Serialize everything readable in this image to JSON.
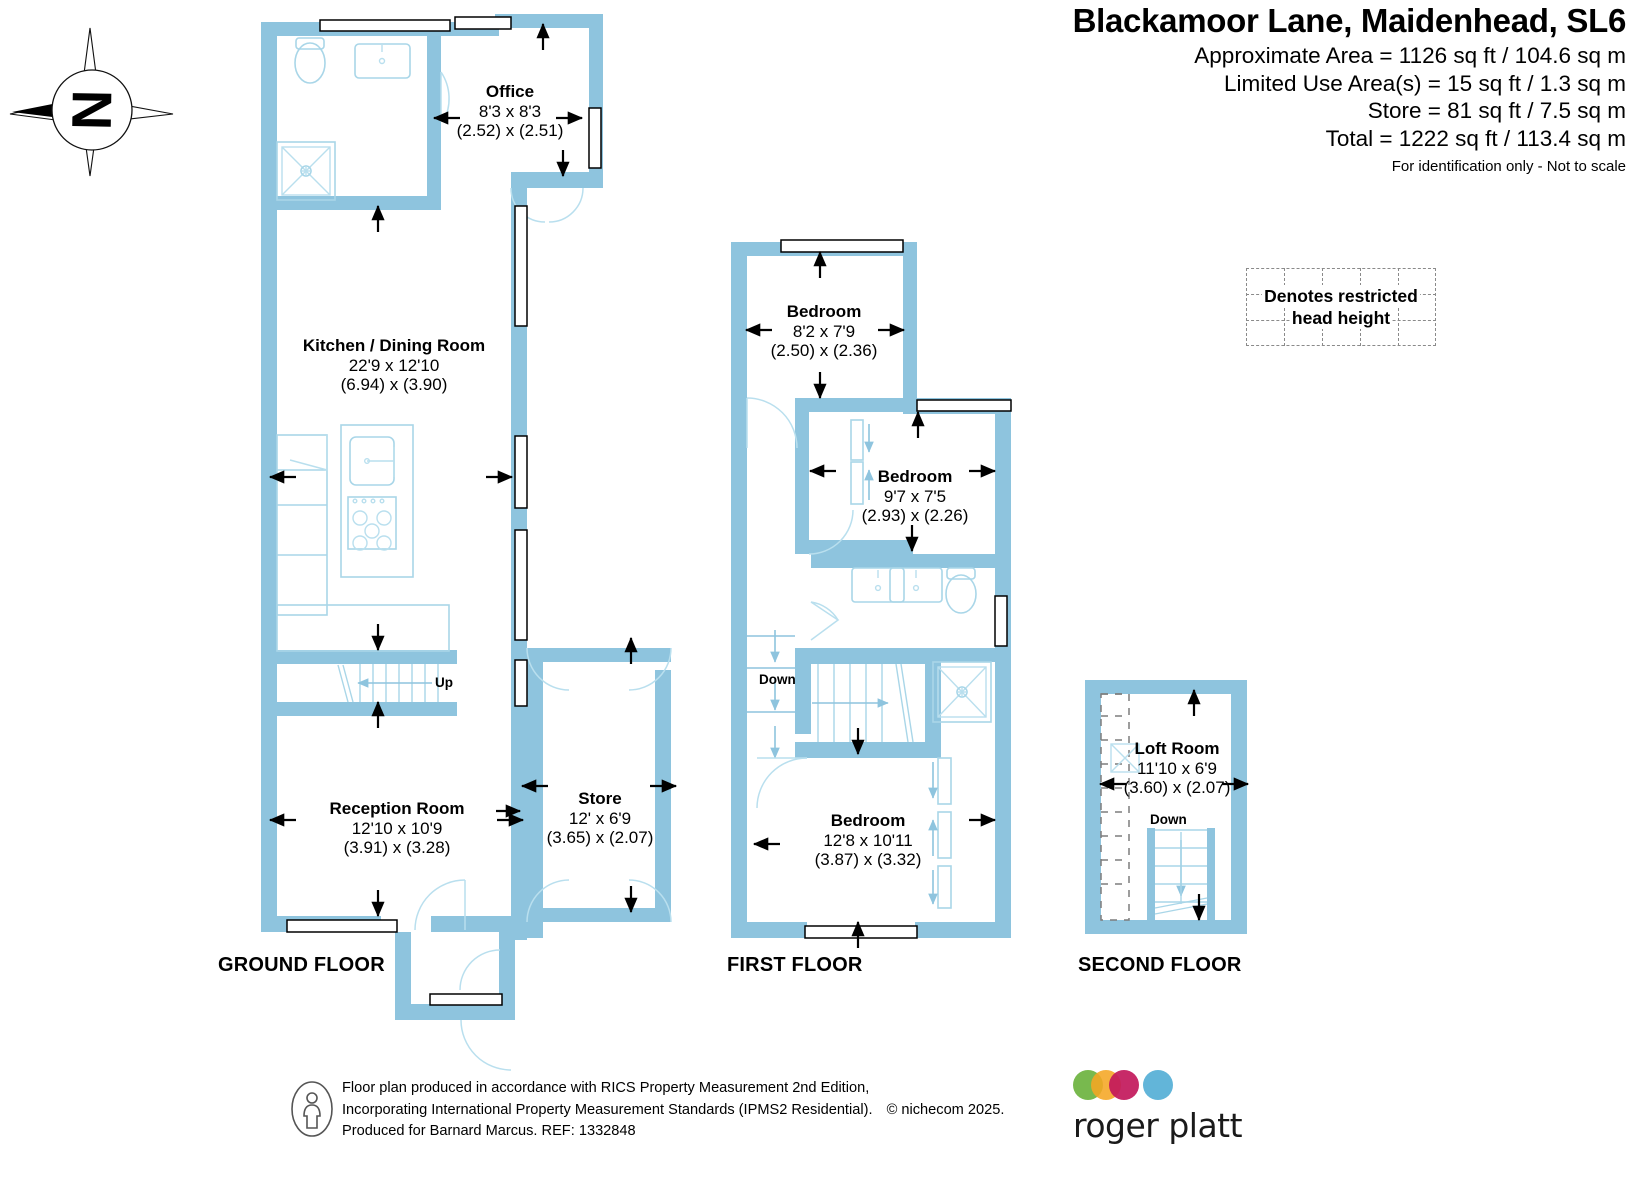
{
  "header": {
    "title": "Blackamoor Lane, Maidenhead, SL6",
    "lines": [
      "Approximate Area = 1126 sq ft / 104.6 sq m",
      "Limited Use Area(s) = 15 sq ft / 1.3 sq m",
      "Store = 81 sq ft / 7.5 sq m",
      "Total = 1222 sq ft / 113.4 sq m"
    ],
    "disclaimer": "For identification only - Not to scale"
  },
  "legend": {
    "line1": "Denotes restricted",
    "line2": "head height"
  },
  "compass": {
    "label": "N"
  },
  "floors": [
    {
      "key": "ground",
      "label": "GROUND FLOOR"
    },
    {
      "key": "first",
      "label": "FIRST FLOOR"
    },
    {
      "key": "second",
      "label": "SECOND FLOOR"
    }
  ],
  "rooms": {
    "office": {
      "name": "Office",
      "imperial": "8'3 x 8'3",
      "metric": "(2.52) x (2.51)"
    },
    "kitchen": {
      "name": "Kitchen / Dining Room",
      "imperial": "22'9 x 12'10",
      "metric": "(6.94) x (3.90)"
    },
    "reception": {
      "name": "Reception Room",
      "imperial": "12'10 x 10'9",
      "metric": "(3.91) x (3.28)"
    },
    "store": {
      "name": "Store",
      "imperial": "12' x 6'9",
      "metric": "(3.65) x (2.07)"
    },
    "bed1": {
      "name": "Bedroom",
      "imperial": "8'2 x 7'9",
      "metric": "(2.50) x (2.36)"
    },
    "bed2": {
      "name": "Bedroom",
      "imperial": "9'7 x 7'5",
      "metric": "(2.93) x (2.26)"
    },
    "bed3": {
      "name": "Bedroom",
      "imperial": "12'8 x 10'11",
      "metric": "(3.87) x (3.32)"
    },
    "loft": {
      "name": "Loft Room",
      "imperial": "11'10 x 6'9",
      "metric": "(3.60) x (2.07)"
    }
  },
  "stair_labels": {
    "ground_up": "Up",
    "first_down": "Down",
    "second_down": "Down"
  },
  "footer": {
    "line1": "Floor plan produced in accordance with RICS Property Measurement 2nd Edition,",
    "line2": "Incorporating International Property Measurement Standards (IPMS2 Residential).",
    "copyright": "© nichecom 2025.",
    "line3": "Produced for Barnard Marcus.   REF:  1332848"
  },
  "brand": {
    "name": "roger platt",
    "dot_colors": [
      "#6cb33f",
      "#f5a623",
      "#c2185b",
      "#62b5d9"
    ]
  },
  "colors": {
    "wall": "#8ec4de",
    "fixture_stroke": "#9ecfe4",
    "text": "#000000",
    "dashed": "#8a8a8a"
  }
}
